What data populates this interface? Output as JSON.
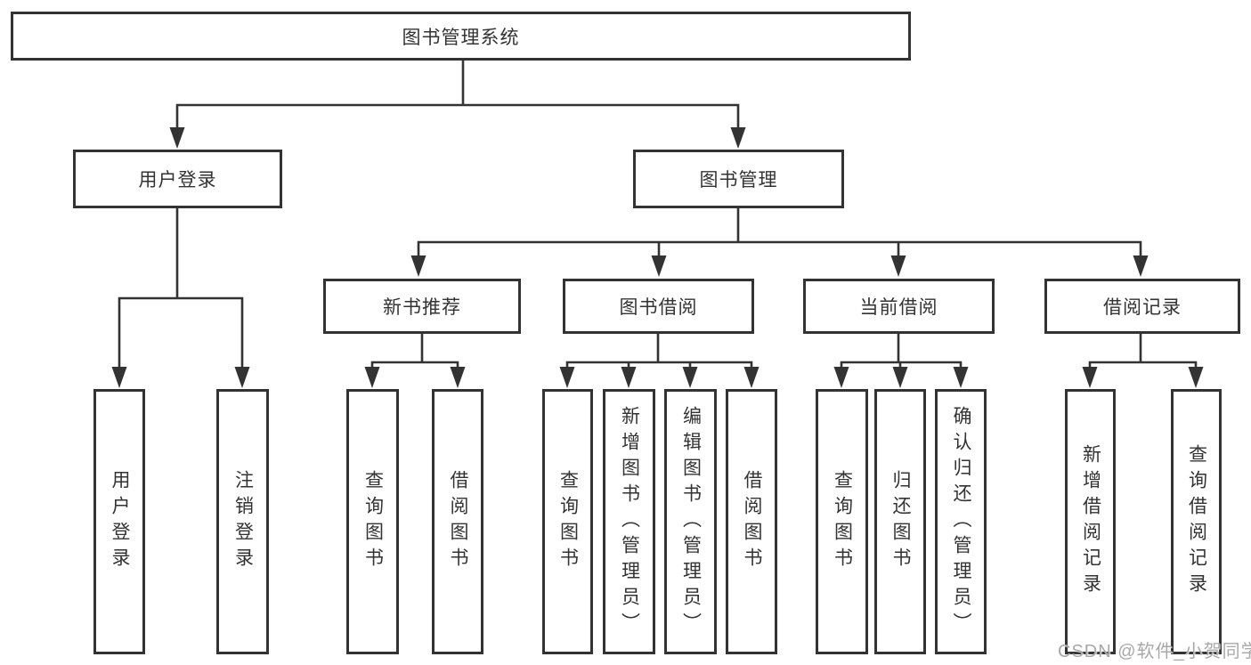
{
  "colors": {
    "line": "#333333",
    "text": "#333333",
    "box_fill": "#ffffff",
    "background": "#ffffff",
    "watermark": "#a8a8a8"
  },
  "watermark": {
    "text": "CSDN @软件_小贺同学"
  },
  "tree": {
    "label": "图书管理系统",
    "children": [
      {
        "label": "用户登录",
        "children": [
          {
            "label": "用户登录"
          },
          {
            "label": "注销登录"
          }
        ]
      },
      {
        "label": "图书管理",
        "children": [
          {
            "label": "新书推荐",
            "children": [
              {
                "label": "查询图书"
              },
              {
                "label": "借阅图书"
              }
            ]
          },
          {
            "label": "图书借阅",
            "children": [
              {
                "label": "查询图书"
              },
              {
                "label": "新增图书（管理员）"
              },
              {
                "label": "编辑图书（管理员）"
              },
              {
                "label": "借阅图书"
              }
            ]
          },
          {
            "label": "当前借阅",
            "children": [
              {
                "label": "查询图书"
              },
              {
                "label": "归还图书"
              },
              {
                "label": "确认归还（管理员）"
              }
            ]
          },
          {
            "label": "借阅记录",
            "children": [
              {
                "label": "新增借阅记录"
              },
              {
                "label": "查询借阅记录"
              }
            ]
          }
        ]
      }
    ]
  }
}
